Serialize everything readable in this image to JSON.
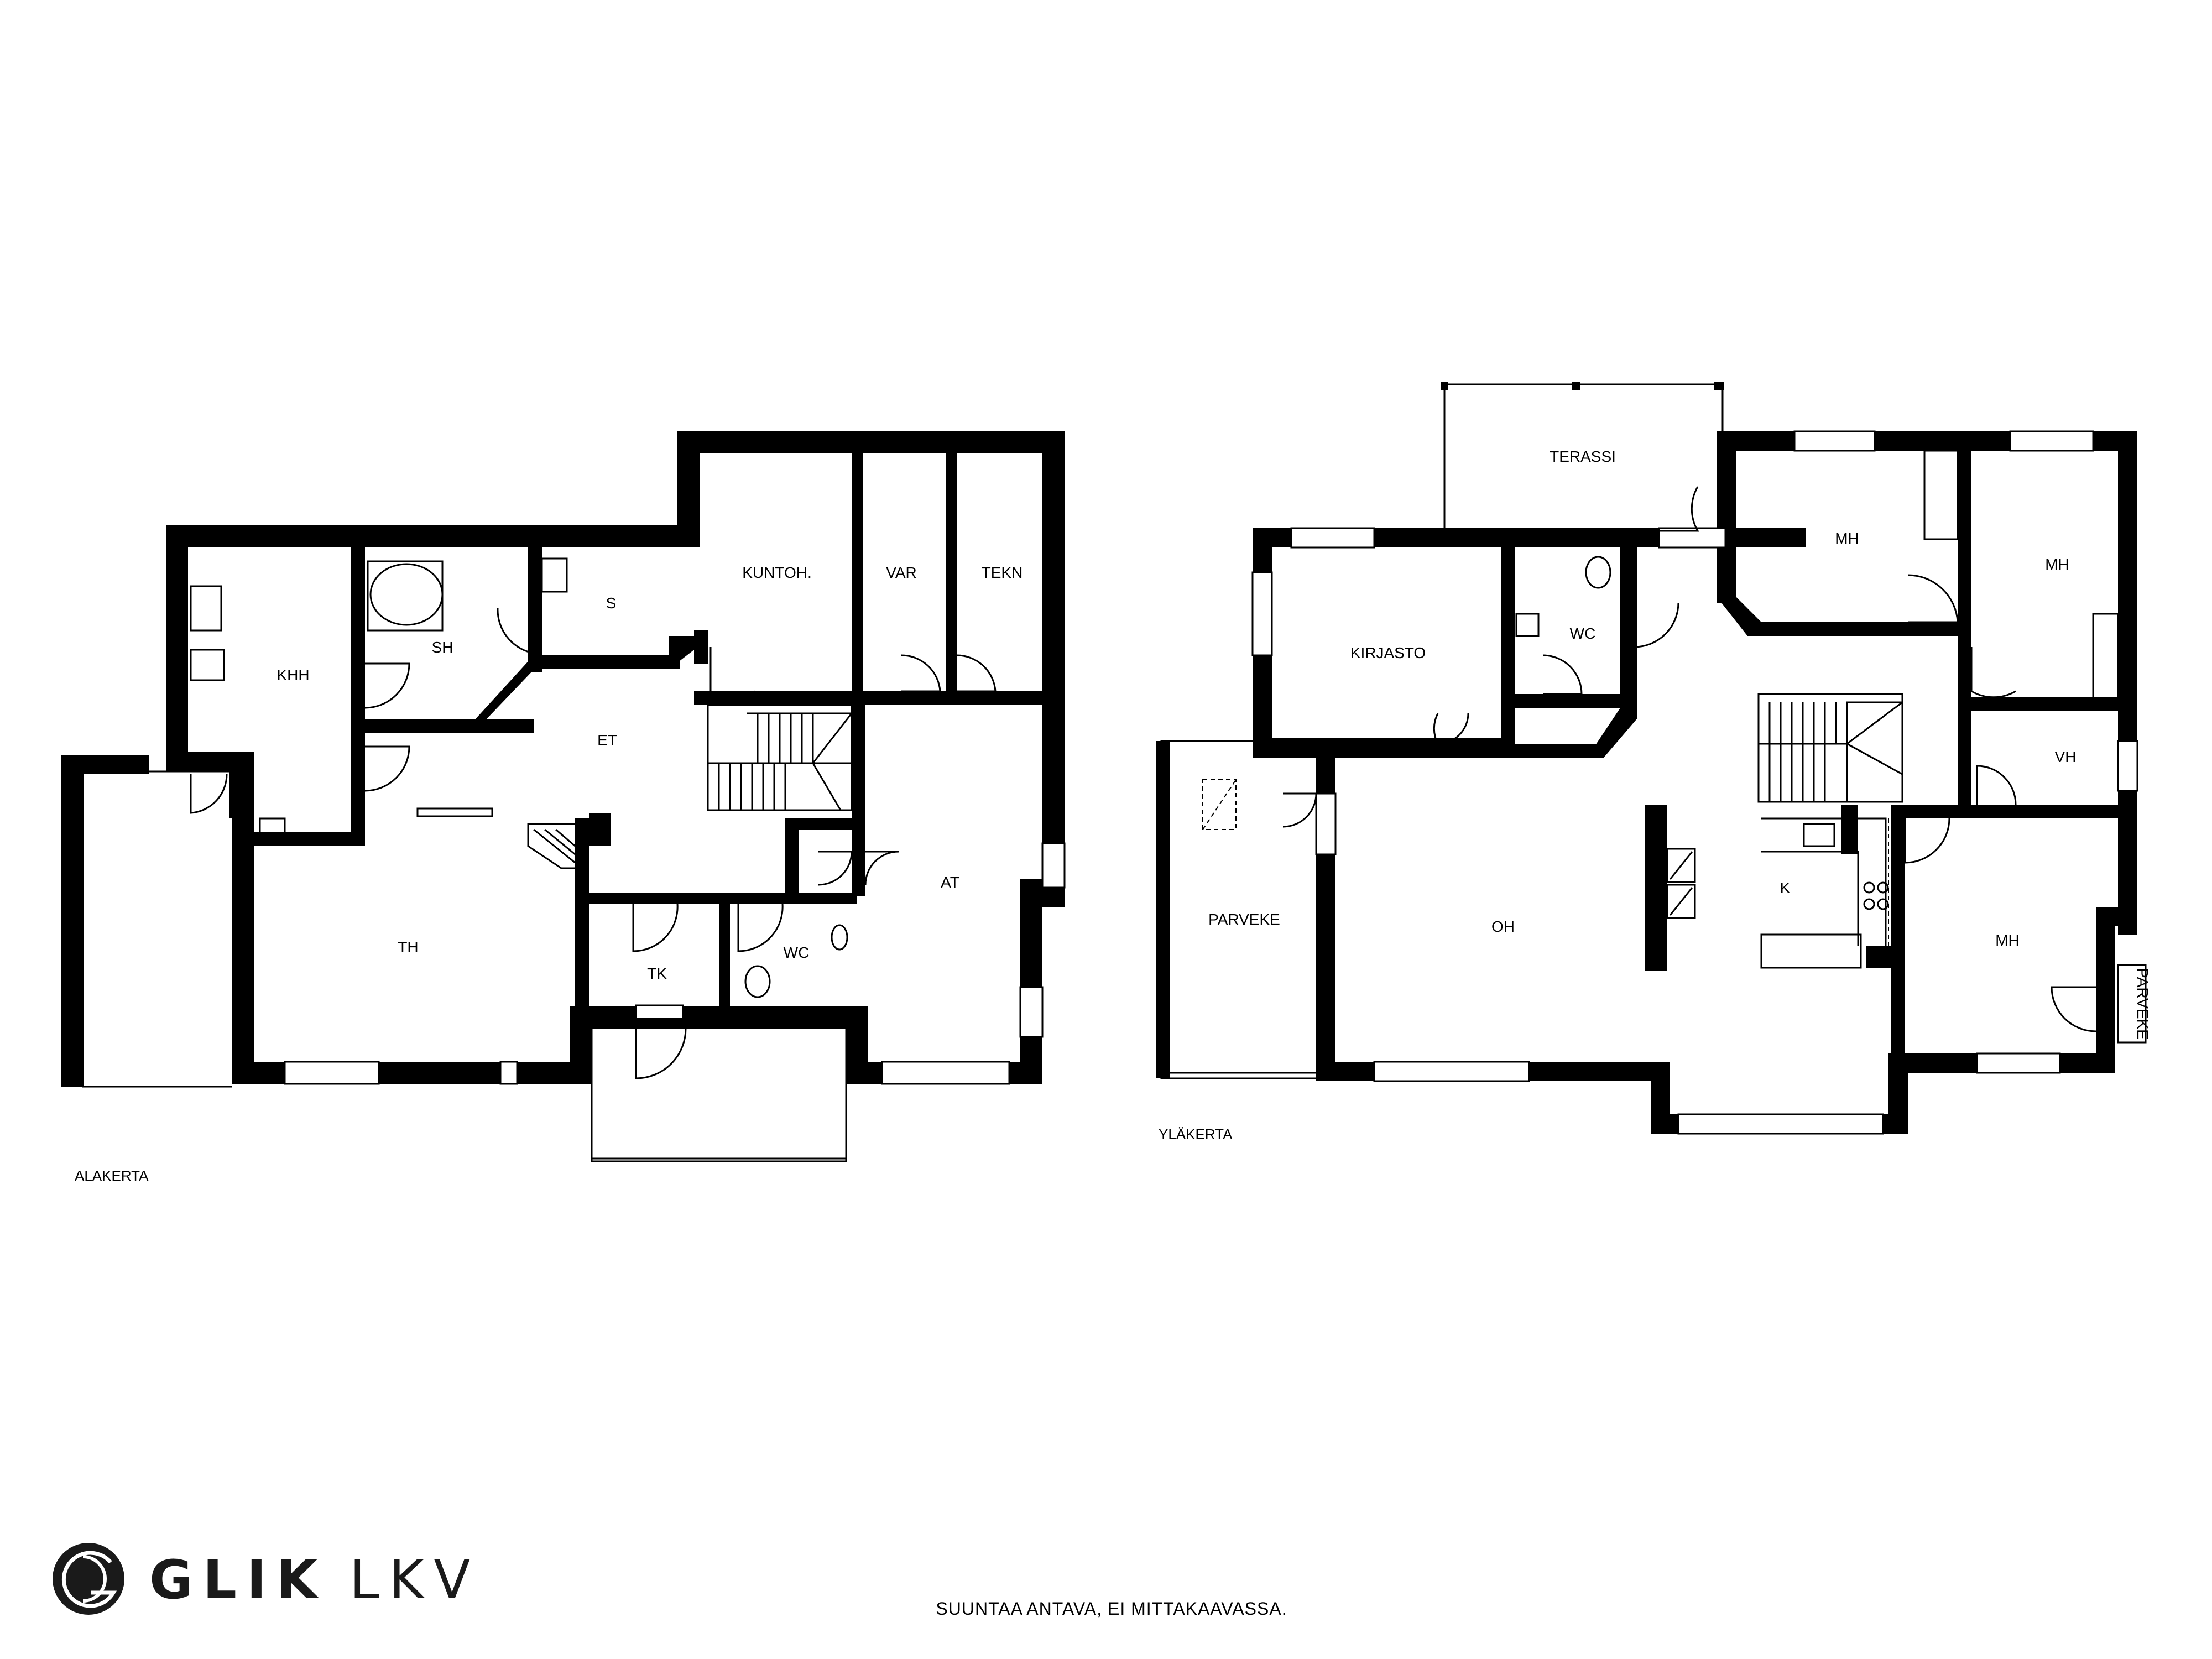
{
  "lower_floor": {
    "name": "ALAKERTA",
    "rooms": {
      "khh": "KHH",
      "sh": "SH",
      "s": "S",
      "kuntoh": "KUNTOH.",
      "var": "VAR",
      "tekn": "TEKN",
      "et": "ET",
      "th": "TH",
      "tk": "TK",
      "wc": "WC",
      "at": "AT"
    }
  },
  "upper_floor": {
    "name": "YLÄKERTA",
    "rooms": {
      "terassi": "TERASSI",
      "kirjasto": "KIRJASTO",
      "wc": "WC",
      "mh1": "MH",
      "mh2": "MH",
      "vh": "VH",
      "parveke_left": "PARVEKE",
      "oh": "OH",
      "k": "K",
      "mh3": "MH",
      "parveke_right": "PARVEKE"
    }
  },
  "brand": {
    "bold": "GLIK",
    "light": "LKV"
  },
  "disclaimer": "SUUNTAA ANTAVA, EI MITTAKAAVASSA."
}
